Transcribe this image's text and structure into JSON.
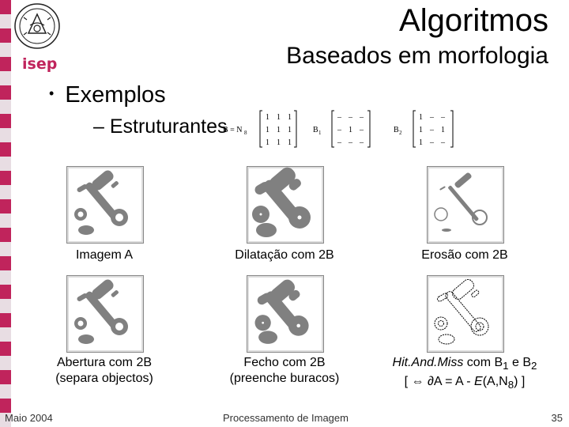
{
  "slide": {
    "title": "Algoritmos",
    "subtitle": "Baseados em morfologia",
    "logo_text": "isep",
    "bullet": "Exemplos",
    "sub_bullet": "– Estruturantes"
  },
  "matrices": {
    "B_label": "B = N",
    "B_sub": "8",
    "B1_label": "B",
    "B1_sub": "1",
    "B2_label": "B",
    "B2_sub": "2",
    "one": "1",
    "dash": "–",
    "B_cells": [
      "1",
      "1",
      "1",
      "1",
      "1",
      "1",
      "1",
      "1",
      "1"
    ],
    "B1_cells": [
      "–",
      "–",
      "–",
      "–",
      "1",
      "–",
      "–",
      "–",
      "–"
    ],
    "B2_cells": [
      "1",
      "–",
      "–",
      "1",
      "–",
      "1",
      "1",
      "–",
      "–"
    ]
  },
  "captions": {
    "a": "Imagem A",
    "dil": "Dilatação com 2B",
    "ero": "Erosão com 2B",
    "open1": "Abertura com 2B",
    "open2": "(separa objectos)",
    "close1": "Fecho com 2B",
    "close2": "(preenche buracos)",
    "hm_name": "Hit.And.Miss",
    "hm_mid": " com B",
    "hm_s1": "1",
    "hm_and": " e B",
    "hm_s2": "2",
    "hm2_a": "[ ⇔ ∂A = A - ",
    "hm2_e": "E",
    "hm2_b": "(A,N",
    "hm2_s": "8",
    "hm2_c": ") ]"
  },
  "footer": {
    "date": "Maio 2004",
    "course": "Processamento de Imagem",
    "page": "35"
  },
  "colors": {
    "stripe_a": "#c0245c",
    "stripe_b": "#e8dde3",
    "shape": "#808080"
  }
}
